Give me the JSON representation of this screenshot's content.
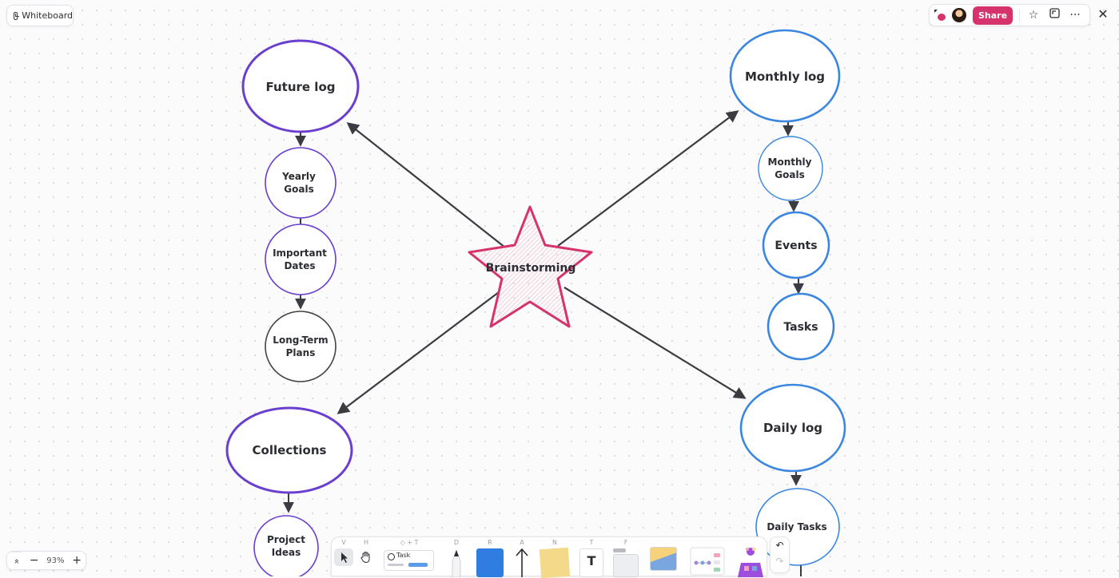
{
  "app": {
    "board_title": "Whiteboard",
    "share_label": "Share",
    "close_glyph": "✕"
  },
  "top_right": {
    "icons": [
      "comments-avatar-icon",
      "user-avatar",
      "star-icon",
      "expand-icon",
      "more-icon"
    ],
    "star_glyph": "☆",
    "more_glyph": "···"
  },
  "zoom": {
    "collapse_glyph": "»",
    "minus_glyph": "−",
    "value": "93%",
    "plus_glyph": "+"
  },
  "toolbar": {
    "keys": {
      "select": "V",
      "hand": "H",
      "task": "◇ + T",
      "pen": "D",
      "shape": "R",
      "arrow": "A",
      "sticky": "N",
      "text": "T",
      "frame": "F"
    },
    "task_label": "Task",
    "text_glyph": "T",
    "shape_color": "#2f7de1",
    "sticky_color": "#f5d98a"
  },
  "history": {
    "undo_glyph": "↶",
    "redo_glyph": "↷"
  },
  "mindmap": {
    "center": {
      "label": "Brainstorming",
      "color": "#d6336c"
    },
    "branches": {
      "future_log": {
        "label": "Future log",
        "color": "#6a3fcf"
      },
      "yearly_goals": {
        "line1": "Yearly",
        "line2": "Goals"
      },
      "important_dates": {
        "line1": "Important",
        "line2": "Dates"
      },
      "long_term_plans": {
        "line1": "Long-Term",
        "line2": "Plans",
        "color": "#444"
      },
      "collections": {
        "label": "Collections",
        "color": "#6a3fcf"
      },
      "project_ideas": {
        "line1": "Project",
        "line2": "Ideas"
      },
      "monthly_log": {
        "label": "Monthly log",
        "color": "#3a86e0"
      },
      "monthly_goals": {
        "line1": "Monthly",
        "line2": "Goals"
      },
      "events": {
        "label": "Events"
      },
      "tasks": {
        "label": "Tasks"
      },
      "daily_log": {
        "label": "Daily log",
        "color": "#3a86e0"
      },
      "daily_tasks": {
        "label": "Daily Tasks"
      }
    }
  }
}
